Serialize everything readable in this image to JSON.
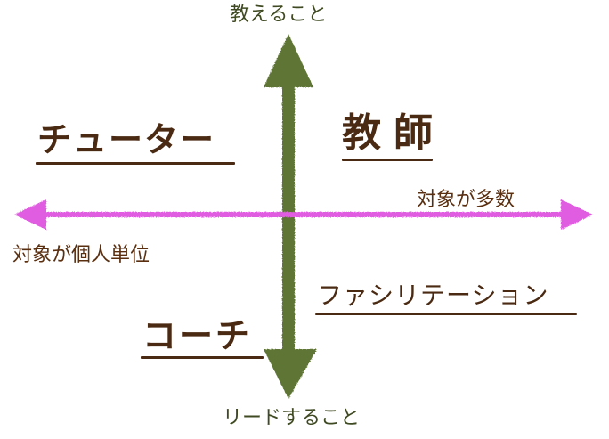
{
  "axes": {
    "top_label": "教えること",
    "bottom_label": "リードすること",
    "right_label": "対象が多数",
    "left_label": "対象が個人単位",
    "vertical_color": "#5e7534",
    "horizontal_color": "#e05ce0"
  },
  "quadrants": {
    "top_left": "チューター",
    "top_right": "教師",
    "bottom_left": "コーチ",
    "bottom_right": "ファシリテーション"
  },
  "colors": {
    "role_text": "#4a2a12",
    "underline": "#4a2a12"
  }
}
